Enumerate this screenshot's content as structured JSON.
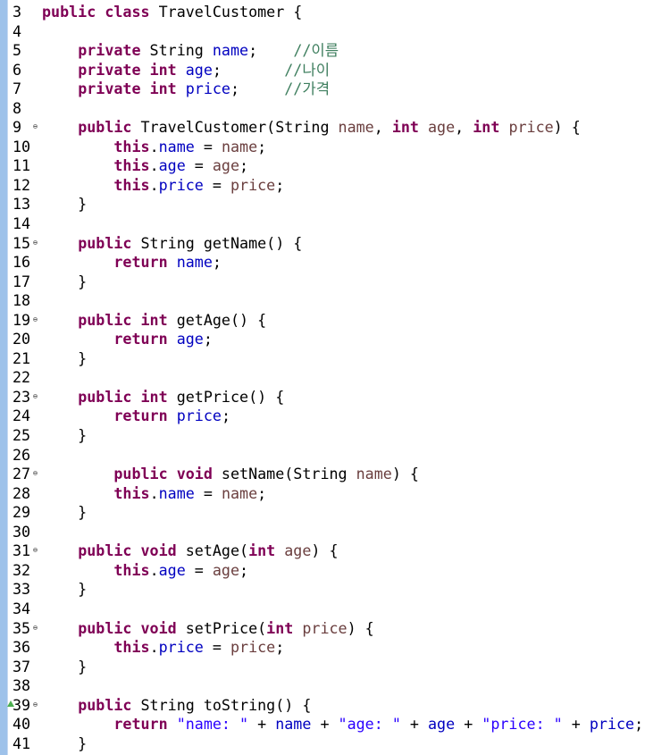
{
  "editor": {
    "colors": {
      "keyword": "#7f0055",
      "field": "#0000c0",
      "comment": "#3f7f5f",
      "string": "#2a00ff",
      "ruler": "#9ec2ea"
    },
    "lines": [
      {
        "n": "3",
        "tokens": [
          [
            "kw",
            "public"
          ],
          [
            "p",
            " "
          ],
          [
            "kw",
            "class"
          ],
          [
            "p",
            " TravelCustomer {"
          ]
        ]
      },
      {
        "n": "4",
        "tokens": []
      },
      {
        "n": "5",
        "tokens": [
          [
            "p",
            "    "
          ],
          [
            "kw",
            "private"
          ],
          [
            "p",
            " String "
          ],
          [
            "fld",
            "name"
          ],
          [
            "p",
            ";    "
          ],
          [
            "cm",
            "//이름"
          ]
        ]
      },
      {
        "n": "6",
        "tokens": [
          [
            "p",
            "    "
          ],
          [
            "kw",
            "private"
          ],
          [
            "p",
            " "
          ],
          [
            "kw",
            "int"
          ],
          [
            "p",
            " "
          ],
          [
            "fld",
            "age"
          ],
          [
            "p",
            ";       "
          ],
          [
            "cm",
            "//나이"
          ]
        ]
      },
      {
        "n": "7",
        "tokens": [
          [
            "p",
            "    "
          ],
          [
            "kw",
            "private"
          ],
          [
            "p",
            " "
          ],
          [
            "kw",
            "int"
          ],
          [
            "p",
            " "
          ],
          [
            "fld",
            "price"
          ],
          [
            "p",
            ";     "
          ],
          [
            "cm",
            "//가격"
          ]
        ]
      },
      {
        "n": "8",
        "tokens": []
      },
      {
        "n": "9",
        "fold": true,
        "tokens": [
          [
            "p",
            "    "
          ],
          [
            "kw",
            "public"
          ],
          [
            "p",
            " TravelCustomer(String "
          ],
          [
            "par",
            "name"
          ],
          [
            "p",
            ", "
          ],
          [
            "kw",
            "int"
          ],
          [
            "p",
            " "
          ],
          [
            "par",
            "age"
          ],
          [
            "p",
            ", "
          ],
          [
            "kw",
            "int"
          ],
          [
            "p",
            " "
          ],
          [
            "par",
            "price"
          ],
          [
            "p",
            ") {"
          ]
        ]
      },
      {
        "n": "10",
        "tokens": [
          [
            "p",
            "        "
          ],
          [
            "kw",
            "this"
          ],
          [
            "p",
            "."
          ],
          [
            "fld",
            "name"
          ],
          [
            "p",
            " = "
          ],
          [
            "par",
            "name"
          ],
          [
            "p",
            ";"
          ]
        ]
      },
      {
        "n": "11",
        "tokens": [
          [
            "p",
            "        "
          ],
          [
            "kw",
            "this"
          ],
          [
            "p",
            "."
          ],
          [
            "fld",
            "age"
          ],
          [
            "p",
            " = "
          ],
          [
            "par",
            "age"
          ],
          [
            "p",
            ";"
          ]
        ]
      },
      {
        "n": "12",
        "tokens": [
          [
            "p",
            "        "
          ],
          [
            "kw",
            "this"
          ],
          [
            "p",
            "."
          ],
          [
            "fld",
            "price"
          ],
          [
            "p",
            " = "
          ],
          [
            "par",
            "price"
          ],
          [
            "p",
            ";"
          ]
        ]
      },
      {
        "n": "13",
        "tokens": [
          [
            "p",
            "    }"
          ]
        ]
      },
      {
        "n": "14",
        "tokens": []
      },
      {
        "n": "15",
        "fold": true,
        "tokens": [
          [
            "p",
            "    "
          ],
          [
            "kw",
            "public"
          ],
          [
            "p",
            " String getName() {"
          ]
        ]
      },
      {
        "n": "16",
        "tokens": [
          [
            "p",
            "        "
          ],
          [
            "kw",
            "return"
          ],
          [
            "p",
            " "
          ],
          [
            "fld",
            "name"
          ],
          [
            "p",
            ";"
          ]
        ]
      },
      {
        "n": "17",
        "tokens": [
          [
            "p",
            "    }"
          ]
        ]
      },
      {
        "n": "18",
        "tokens": []
      },
      {
        "n": "19",
        "fold": true,
        "tokens": [
          [
            "p",
            "    "
          ],
          [
            "kw",
            "public"
          ],
          [
            "p",
            " "
          ],
          [
            "kw",
            "int"
          ],
          [
            "p",
            " getAge() {"
          ]
        ]
      },
      {
        "n": "20",
        "tokens": [
          [
            "p",
            "        "
          ],
          [
            "kw",
            "return"
          ],
          [
            "p",
            " "
          ],
          [
            "fld",
            "age"
          ],
          [
            "p",
            ";"
          ]
        ]
      },
      {
        "n": "21",
        "tokens": [
          [
            "p",
            "    }"
          ]
        ]
      },
      {
        "n": "22",
        "tokens": []
      },
      {
        "n": "23",
        "fold": true,
        "tokens": [
          [
            "p",
            "    "
          ],
          [
            "kw",
            "public"
          ],
          [
            "p",
            " "
          ],
          [
            "kw",
            "int"
          ],
          [
            "p",
            " getPrice() {"
          ]
        ]
      },
      {
        "n": "24",
        "tokens": [
          [
            "p",
            "        "
          ],
          [
            "kw",
            "return"
          ],
          [
            "p",
            " "
          ],
          [
            "fld",
            "price"
          ],
          [
            "p",
            ";"
          ]
        ]
      },
      {
        "n": "25",
        "tokens": [
          [
            "p",
            "    }"
          ]
        ]
      },
      {
        "n": "26",
        "tokens": []
      },
      {
        "n": "27",
        "fold": true,
        "tokens": [
          [
            "p",
            "        "
          ],
          [
            "kw",
            "public"
          ],
          [
            "p",
            " "
          ],
          [
            "kw",
            "void"
          ],
          [
            "p",
            " setName(String "
          ],
          [
            "par",
            "name"
          ],
          [
            "p",
            ") {"
          ]
        ]
      },
      {
        "n": "28",
        "tokens": [
          [
            "p",
            "        "
          ],
          [
            "kw",
            "this"
          ],
          [
            "p",
            "."
          ],
          [
            "fld",
            "name"
          ],
          [
            "p",
            " = "
          ],
          [
            "par",
            "name"
          ],
          [
            "p",
            ";"
          ]
        ]
      },
      {
        "n": "29",
        "tokens": [
          [
            "p",
            "    }"
          ]
        ]
      },
      {
        "n": "30",
        "tokens": []
      },
      {
        "n": "31",
        "fold": true,
        "tokens": [
          [
            "p",
            "    "
          ],
          [
            "kw",
            "public"
          ],
          [
            "p",
            " "
          ],
          [
            "kw",
            "void"
          ],
          [
            "p",
            " setAge("
          ],
          [
            "kw",
            "int"
          ],
          [
            "p",
            " "
          ],
          [
            "par",
            "age"
          ],
          [
            "p",
            ") {"
          ]
        ]
      },
      {
        "n": "32",
        "tokens": [
          [
            "p",
            "        "
          ],
          [
            "kw",
            "this"
          ],
          [
            "p",
            "."
          ],
          [
            "fld",
            "age"
          ],
          [
            "p",
            " = "
          ],
          [
            "par",
            "age"
          ],
          [
            "p",
            ";"
          ]
        ]
      },
      {
        "n": "33",
        "tokens": [
          [
            "p",
            "    }"
          ]
        ]
      },
      {
        "n": "34",
        "tokens": []
      },
      {
        "n": "35",
        "fold": true,
        "tokens": [
          [
            "p",
            "    "
          ],
          [
            "kw",
            "public"
          ],
          [
            "p",
            " "
          ],
          [
            "kw",
            "void"
          ],
          [
            "p",
            " setPrice("
          ],
          [
            "kw",
            "int"
          ],
          [
            "p",
            " "
          ],
          [
            "par",
            "price"
          ],
          [
            "p",
            ") {"
          ]
        ]
      },
      {
        "n": "36",
        "tokens": [
          [
            "p",
            "        "
          ],
          [
            "kw",
            "this"
          ],
          [
            "p",
            "."
          ],
          [
            "fld",
            "price"
          ],
          [
            "p",
            " = "
          ],
          [
            "par",
            "price"
          ],
          [
            "p",
            ";"
          ]
        ]
      },
      {
        "n": "37",
        "tokens": [
          [
            "p",
            "    }"
          ]
        ]
      },
      {
        "n": "38",
        "tokens": []
      },
      {
        "n": "39",
        "fold": true,
        "marker": true,
        "tokens": [
          [
            "p",
            "    "
          ],
          [
            "kw",
            "public"
          ],
          [
            "p",
            " String toString() {"
          ]
        ]
      },
      {
        "n": "40",
        "tokens": [
          [
            "p",
            "        "
          ],
          [
            "kw",
            "return"
          ],
          [
            "p",
            " "
          ],
          [
            "st",
            "\"name: \""
          ],
          [
            "p",
            " + "
          ],
          [
            "fld",
            "name"
          ],
          [
            "p",
            " + "
          ],
          [
            "st",
            "\"age: \""
          ],
          [
            "p",
            " + "
          ],
          [
            "fld",
            "age"
          ],
          [
            "p",
            " + "
          ],
          [
            "st",
            "\"price: \""
          ],
          [
            "p",
            " + "
          ],
          [
            "fld",
            "price"
          ],
          [
            "p",
            ";"
          ]
        ]
      },
      {
        "n": "41",
        "tokens": [
          [
            "p",
            "    }"
          ]
        ]
      }
    ]
  }
}
